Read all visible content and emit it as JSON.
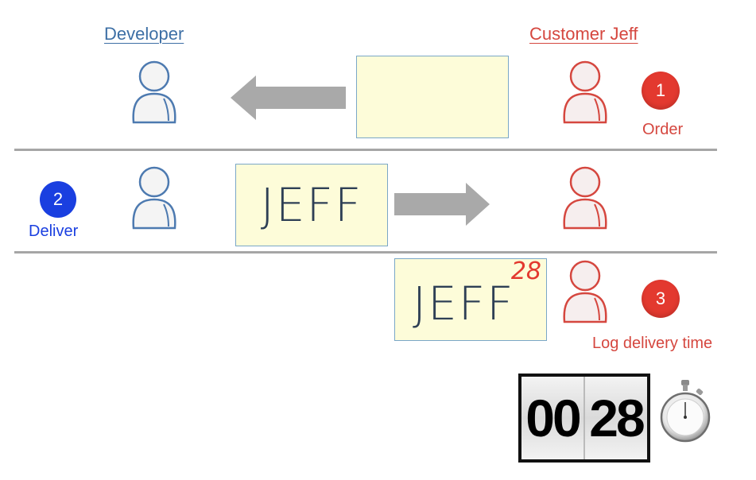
{
  "roles": {
    "developer": "Developer",
    "customer": "Customer Jeff"
  },
  "steps": [
    {
      "number": "1",
      "label": "Order"
    },
    {
      "number": "2",
      "label": "Deliver"
    },
    {
      "number": "3",
      "label": "Log delivery time"
    }
  ],
  "cards": {
    "delivered_name": "JEFF",
    "logged_name": "JEFF",
    "logged_time": "28"
  },
  "timer": {
    "left_digits": "00",
    "right_digits": "28"
  },
  "colors": {
    "developer": "#3d6fa5",
    "customer": "#d5473f",
    "step_red": "#e3392f",
    "step_blue": "#1a3fe0",
    "card": "#fdfcd9",
    "arrow": "#a9a9a9"
  },
  "icons": [
    "person-icon",
    "arrow-left-icon",
    "arrow-right-icon",
    "stopwatch-icon"
  ]
}
